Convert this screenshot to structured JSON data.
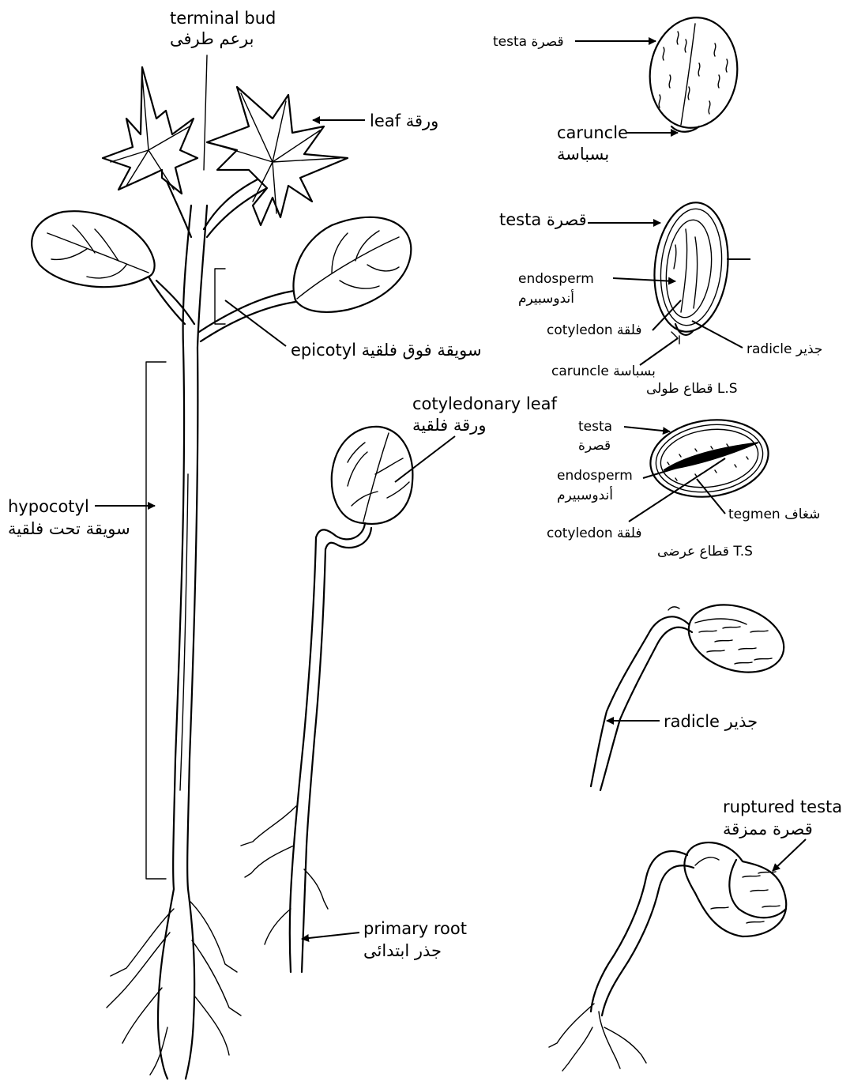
{
  "labels": {
    "terminal_bud": "terminal bud",
    "terminal_bud_ar": "برعم طرفى",
    "leaf": "leaf ورقة",
    "epicotyl": "epicotyl سويقة فوق فلقية",
    "hypocotyl": "hypocotyl",
    "hypocotyl_ar": "سويقة تحت فلقية",
    "cotyledonary_leaf": "cotyledonary leaf",
    "cotyledonary_leaf_ar": "ورقة فلقية",
    "primary_root": "primary root",
    "primary_root_ar": "جذر ابتدائى",
    "seed_testa": "testa قصرة",
    "seed_caruncle": "caruncle",
    "seed_caruncle_ar": "بسباسة",
    "ls_testa": "testa قصرة",
    "ls_endosperm": "endosperm",
    "ls_endosperm_ar": "أندوسبيرم",
    "ls_cotyledon": "cotyledon فلقة",
    "ls_radicle": "radicle جذير",
    "ls_caruncle": "caruncle بسباسة",
    "ls_title": "قطاع طولى L.S",
    "ts_testa": "testa",
    "ts_testa_ar": "قصرة",
    "ts_endosperm": "endosperm",
    "ts_endosperm_ar": "أندوسبيرم",
    "ts_tegmen": "tegmen شغاف",
    "ts_cotyledon": "cotyledon فلقة",
    "ts_title": "قطاع عرضى T.S",
    "germ_radicle": "radicle جذير",
    "ruptured_testa": "ruptured testa",
    "ruptured_testa_ar": "قصرة ممزقة"
  }
}
